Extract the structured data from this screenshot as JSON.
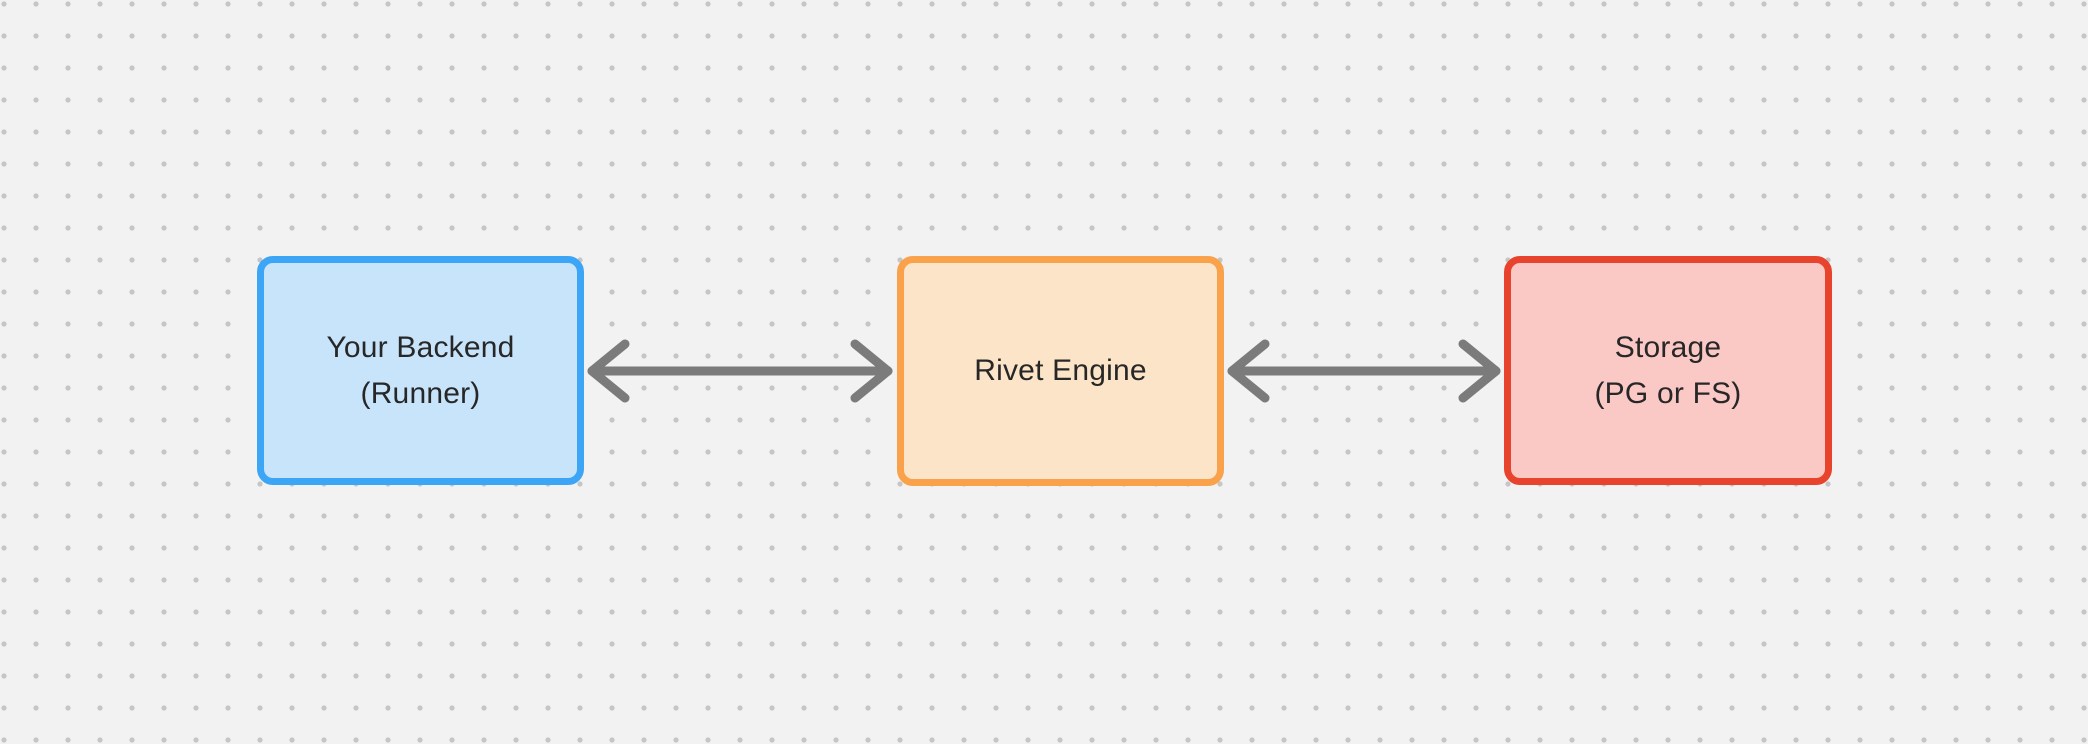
{
  "canvas": {
    "pattern": "dot-grid",
    "background_color": "#f2f2f2",
    "dot_color": "#c6c6c6"
  },
  "diagram": {
    "text_color": "#272727",
    "nodes": [
      {
        "id": "your-backend",
        "lines": [
          "Your Backend",
          "(Runner)"
        ],
        "border_color": "#3da5f5",
        "fill_color": "#c7e4fb"
      },
      {
        "id": "rivet-engine",
        "lines": [
          "Rivet Engine"
        ],
        "border_color": "#f9a24b",
        "fill_color": "#fbe4c7"
      },
      {
        "id": "storage",
        "lines": [
          "Storage",
          "(PG or FS)"
        ],
        "border_color": "#e8432c",
        "fill_color": "#fbc9c5"
      }
    ],
    "edges": [
      {
        "from": "your-backend",
        "to": "rivet-engine",
        "style": "double-headed-arrow",
        "color": "#7b7b7b"
      },
      {
        "from": "rivet-engine",
        "to": "storage",
        "style": "double-headed-arrow",
        "color": "#7b7b7b"
      }
    ]
  }
}
